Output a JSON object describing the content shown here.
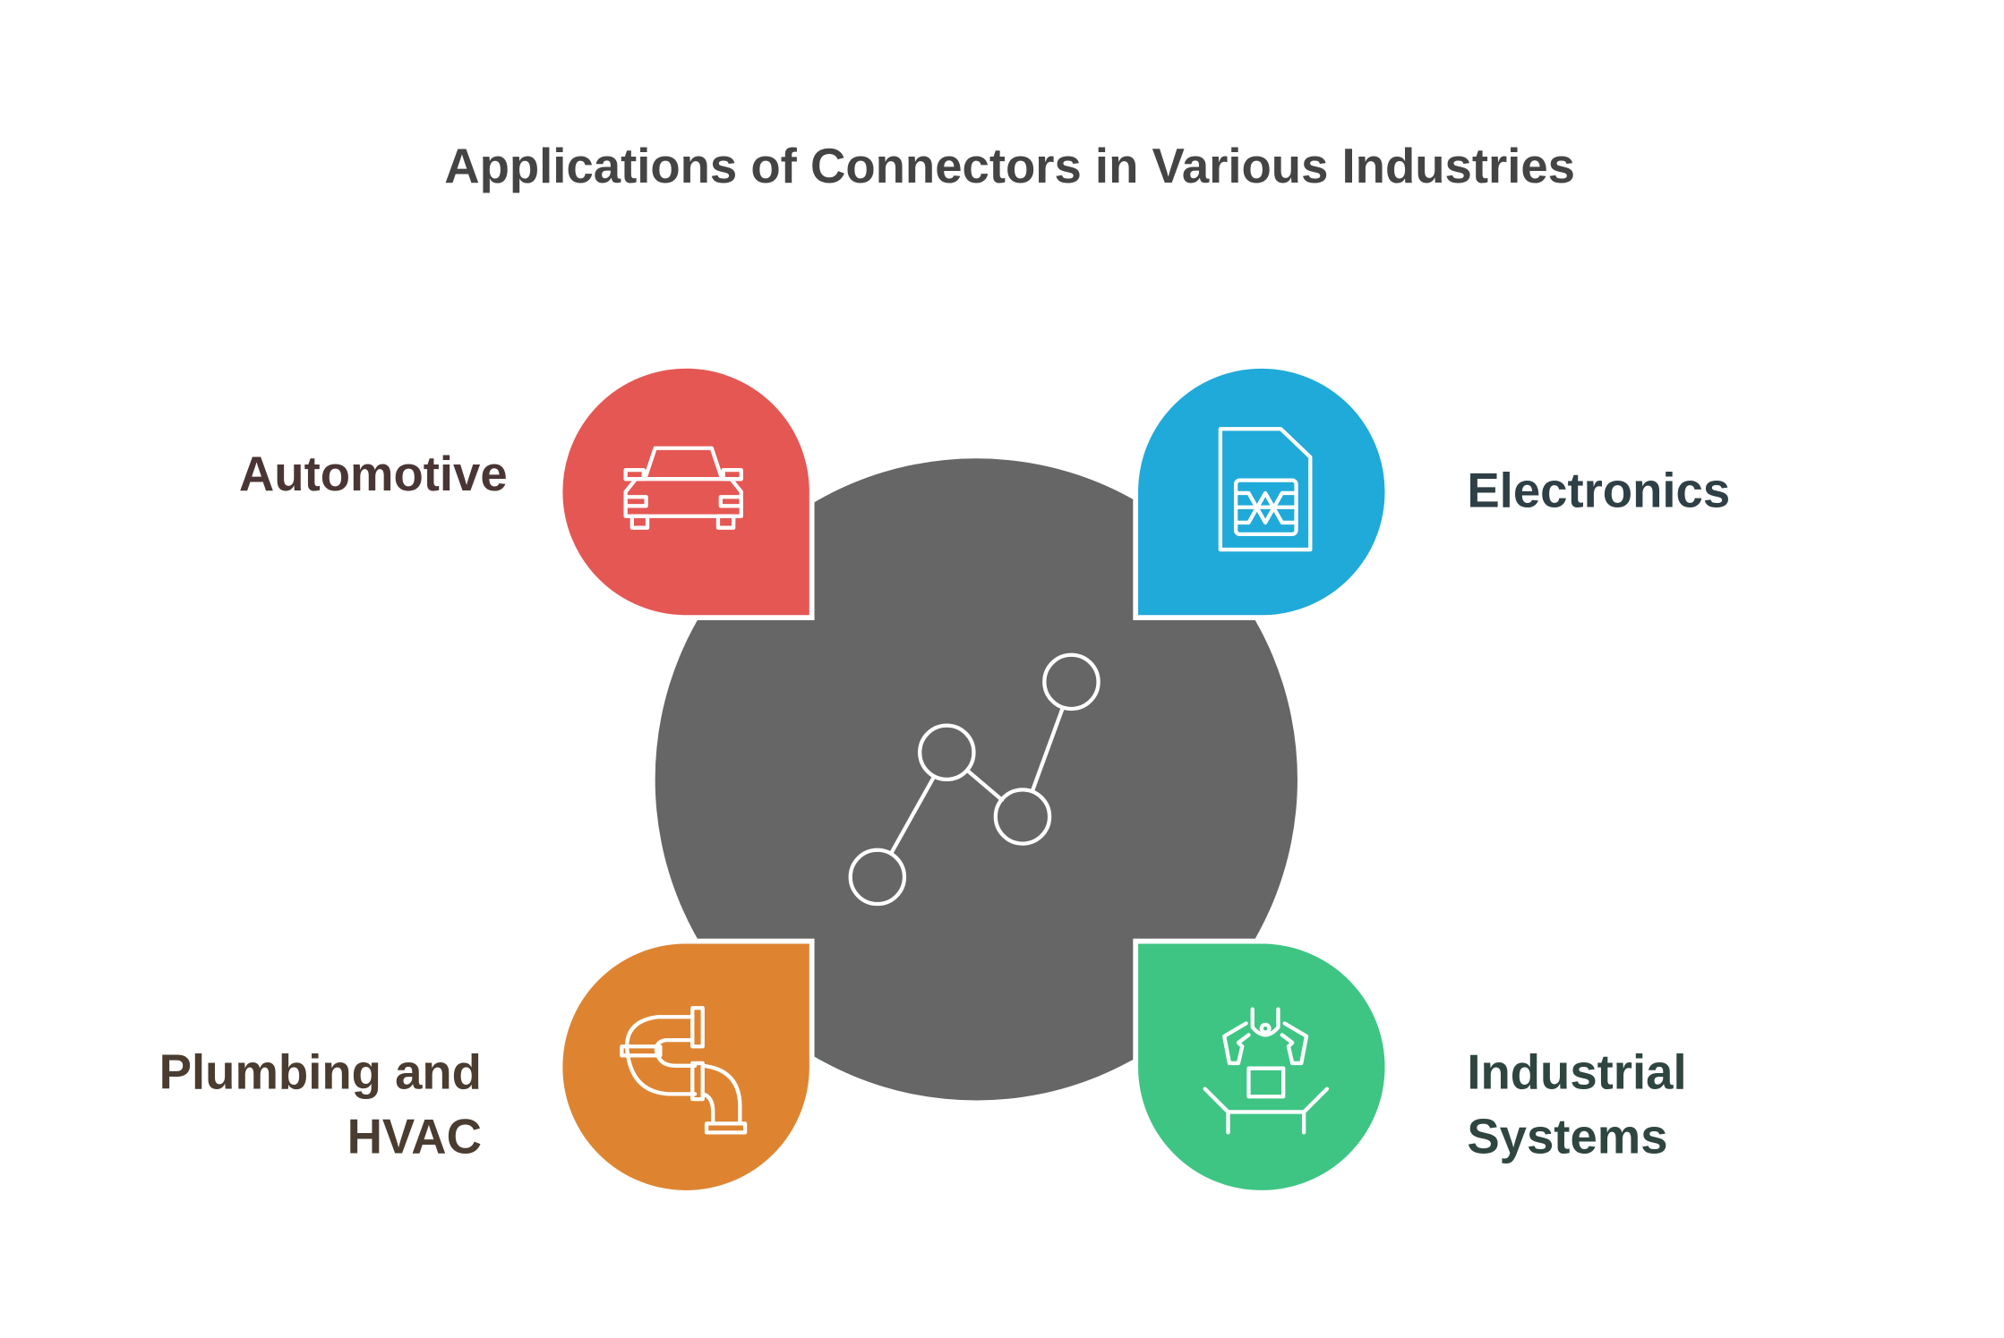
{
  "title": "Applications of Connectors in Various Industries",
  "center": {
    "icon": "connection-nodes-icon",
    "color": "#666666"
  },
  "items": [
    {
      "label": "Automotive",
      "icon": "car-icon",
      "color": "#E55753",
      "text_color": "#4A3535"
    },
    {
      "label": "Electronics",
      "icon": "sim-chip-icon",
      "color": "#20AAD9",
      "text_color": "#2E3F45"
    },
    {
      "label_lines": [
        "Plumbing and",
        "HVAC"
      ],
      "icon": "pipe-icon",
      "color": "#DE8431",
      "text_color": "#4A3C30"
    },
    {
      "label_lines": [
        "Industrial",
        "Systems"
      ],
      "icon": "robot-arm-icon",
      "color": "#3EC583",
      "text_color": "#2F4540"
    }
  ]
}
